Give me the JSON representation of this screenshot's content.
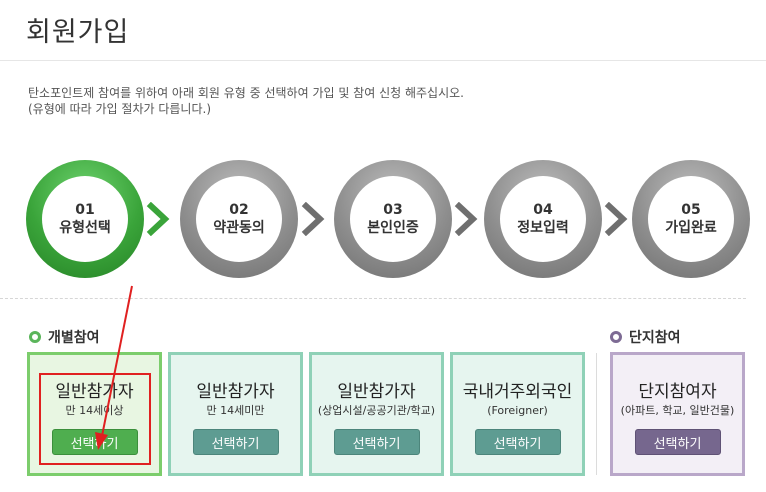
{
  "page": {
    "title": "회원가입",
    "desc_line1": "탄소포인트제 참여를 위하여 아래 회원 유형 중 선택하여 가입 및 참여 신청 해주십시오.",
    "desc_line2": "(유형에 따라 가입 절차가 다릅니다.)"
  },
  "steps": [
    {
      "num": "01",
      "label": "유형선택",
      "active": true
    },
    {
      "num": "02",
      "label": "약관동의",
      "active": false
    },
    {
      "num": "03",
      "label": "본인인증",
      "active": false
    },
    {
      "num": "04",
      "label": "정보입력",
      "active": false
    },
    {
      "num": "05",
      "label": "가입완료",
      "active": false
    }
  ],
  "sections": {
    "individual": "개별참여",
    "complex": "단지참여"
  },
  "cards": [
    {
      "title": "일반참가자",
      "sub": "만 14세이상",
      "button": "선택하기"
    },
    {
      "title": "일반참가자",
      "sub": "만 14세미만",
      "button": "선택하기"
    },
    {
      "title": "일반참가자",
      "sub": "(상업시설/공공기관/학교)",
      "button": "선택하기"
    },
    {
      "title": "국내거주외국인",
      "sub": "(Foreigner)",
      "button": "선택하기"
    },
    {
      "title": "단지참여자",
      "sub": "(아파트, 학교, 일반건물)",
      "button": "선택하기"
    }
  ],
  "colors": {
    "active_step": "#3aa43a",
    "inactive_step": "#8e8e8e",
    "card_border": "#8fd1b7",
    "selected_border": "#7ccd6c",
    "complex_border": "#b9a7c9",
    "annotation": "#e02020"
  }
}
